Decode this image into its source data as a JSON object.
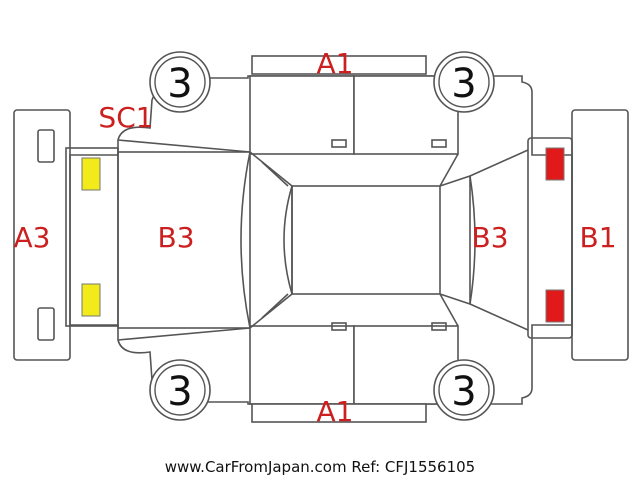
{
  "labels": {
    "front_roof": "A1",
    "rear_roof": "A1",
    "front_bumper": "A3",
    "hood": "B3",
    "trunk": "B3",
    "rear_bumper": "B1",
    "front_corner": "SC1"
  },
  "wheels": {
    "front_left": "3",
    "rear_left": "3",
    "front_right": "3",
    "rear_right": "3"
  },
  "colors": {
    "headlight": "#f2ea1a",
    "taillight": "#e01a1a",
    "code_text": "#cc1f1f"
  },
  "footer": "www.CarFromJapan.com Ref: CFJ1556105"
}
